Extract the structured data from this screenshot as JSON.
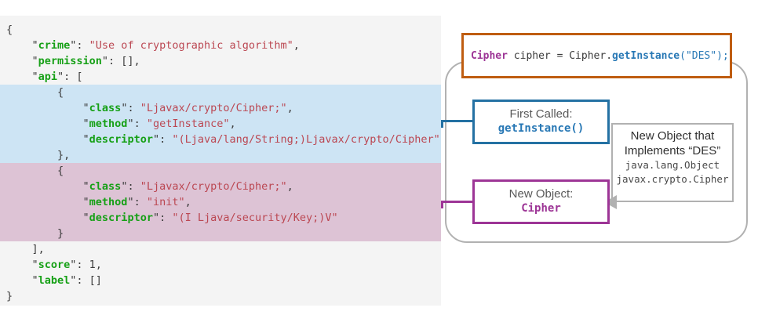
{
  "colors": {
    "code_background": "#f4f4f4",
    "highlight_blue": "#cde4f4",
    "highlight_pink": "#ddc3d5",
    "json_key_green": "#16a016",
    "json_string_red": "#bb4752",
    "json_plain": "#3b3b3b",
    "blue_accent": "#2471a3",
    "purple_accent": "#9d3596",
    "orange_accent": "#bf5d11",
    "gray_border": "#b1b1b1",
    "label_gray": "#595959"
  },
  "code_panel": {
    "lines": [
      {
        "hl": "",
        "seg": [
          [
            "pl",
            "{"
          ]
        ]
      },
      {
        "hl": "",
        "seg": [
          [
            "pl",
            "    \""
          ],
          [
            "key",
            "crime"
          ],
          [
            "pl",
            "\": "
          ],
          [
            "str",
            "\"Use of cryptographic algorithm\""
          ],
          [
            "pl",
            ","
          ]
        ]
      },
      {
        "hl": "",
        "seg": [
          [
            "pl",
            "    \""
          ],
          [
            "key",
            "permission"
          ],
          [
            "pl",
            "\": [],"
          ]
        ]
      },
      {
        "hl": "",
        "seg": [
          [
            "pl",
            "    \""
          ],
          [
            "key",
            "api"
          ],
          [
            "pl",
            "\": ["
          ]
        ]
      },
      {
        "hl": "blue",
        "seg": [
          [
            "pl",
            "        {"
          ]
        ]
      },
      {
        "hl": "blue",
        "seg": [
          [
            "pl",
            "            \""
          ],
          [
            "key",
            "class"
          ],
          [
            "pl",
            "\": "
          ],
          [
            "str",
            "\"Ljavax/crypto/Cipher;\""
          ],
          [
            "pl",
            ","
          ]
        ]
      },
      {
        "hl": "blue",
        "seg": [
          [
            "pl",
            "            \""
          ],
          [
            "key",
            "method"
          ],
          [
            "pl",
            "\": "
          ],
          [
            "str",
            "\"getInstance\""
          ],
          [
            "pl",
            ","
          ]
        ]
      },
      {
        "hl": "blue",
        "seg": [
          [
            "pl",
            "            \""
          ],
          [
            "key",
            "descriptor"
          ],
          [
            "pl",
            "\": "
          ],
          [
            "str",
            "\"(Ljava/lang/String;)Ljavax/crypto/Cipher\""
          ]
        ]
      },
      {
        "hl": "blue",
        "seg": [
          [
            "pl",
            "        },"
          ]
        ]
      },
      {
        "hl": "pink",
        "seg": [
          [
            "pl",
            "        {"
          ]
        ]
      },
      {
        "hl": "pink",
        "seg": [
          [
            "pl",
            "            \""
          ],
          [
            "key",
            "class"
          ],
          [
            "pl",
            "\": "
          ],
          [
            "str",
            "\"Ljavax/crypto/Cipher;\""
          ],
          [
            "pl",
            ","
          ]
        ]
      },
      {
        "hl": "pink",
        "seg": [
          [
            "pl",
            "            \""
          ],
          [
            "key",
            "method"
          ],
          [
            "pl",
            "\": "
          ],
          [
            "str",
            "\"init\""
          ],
          [
            "pl",
            ","
          ]
        ]
      },
      {
        "hl": "pink",
        "seg": [
          [
            "pl",
            "            \""
          ],
          [
            "key",
            "descriptor"
          ],
          [
            "pl",
            "\": "
          ],
          [
            "str",
            "\"(I Ljava/security/Key;)V\""
          ]
        ]
      },
      {
        "hl": "pink",
        "seg": [
          [
            "pl",
            "        }"
          ]
        ]
      },
      {
        "hl": "",
        "seg": [
          [
            "pl",
            "    ],"
          ]
        ]
      },
      {
        "hl": "",
        "seg": [
          [
            "pl",
            "    \""
          ],
          [
            "key",
            "score"
          ],
          [
            "pl",
            "\": 1,"
          ]
        ]
      },
      {
        "hl": "",
        "seg": [
          [
            "pl",
            "    \""
          ],
          [
            "key",
            "label"
          ],
          [
            "pl",
            "\": []"
          ]
        ]
      },
      {
        "hl": "",
        "seg": [
          [
            "pl",
            "}"
          ]
        ]
      }
    ]
  },
  "statement": {
    "segments": [
      [
        "type",
        "Cipher"
      ],
      [
        "pl",
        " cipher = Cipher."
      ],
      [
        "fn",
        "getInstance"
      ],
      [
        "arg",
        "(\"DES\");"
      ]
    ]
  },
  "flow": {
    "first_called": {
      "label": "First Called:",
      "method": "getInstance()"
    },
    "new_object": {
      "label": "New Object:",
      "class_name": "Cipher"
    },
    "info_box": {
      "line1": "New Object that",
      "line2": "Implements “DES”",
      "mono1": "java.lang.Object",
      "mono2": "javax.crypto.Cipher"
    }
  }
}
